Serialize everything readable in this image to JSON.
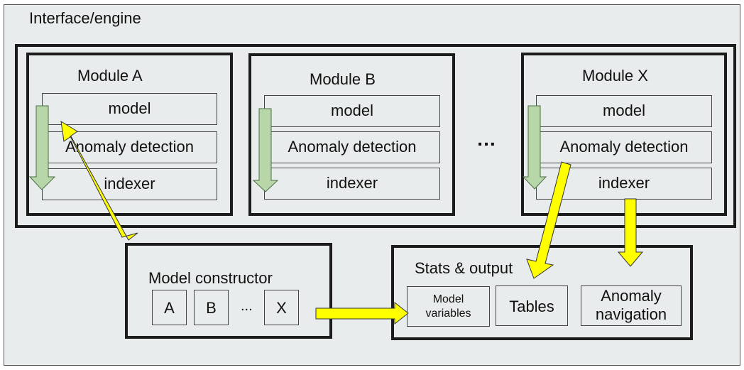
{
  "diagram": {
    "title": "Interface/engine",
    "modules": [
      {
        "name": "Module A",
        "layers": [
          "model",
          "Anomaly detection",
          "indexer"
        ]
      },
      {
        "name": "Module B",
        "layers": [
          "model",
          "Anomaly detection",
          "indexer"
        ]
      },
      {
        "name": "Module X",
        "layers": [
          "model",
          "Anomaly detection",
          "indexer"
        ]
      }
    ],
    "ellipsis": "…",
    "model_constructor": {
      "title": "Model constructor",
      "items": [
        "A",
        "B",
        "X"
      ],
      "ellipsis": "..."
    },
    "stats_output": {
      "title": "Stats & output",
      "items": [
        "Model variables",
        "Tables",
        "Anomaly navigation"
      ],
      "items_lines": [
        [
          "Model",
          "variables"
        ],
        [
          "Tables"
        ],
        [
          "Anomaly",
          "navigation"
        ]
      ]
    },
    "colors": {
      "background": "#e9ecec",
      "border": "#1c1c1c",
      "flow_arrow": "#ffff00",
      "internal_arrow": "#b7d7a8"
    }
  }
}
